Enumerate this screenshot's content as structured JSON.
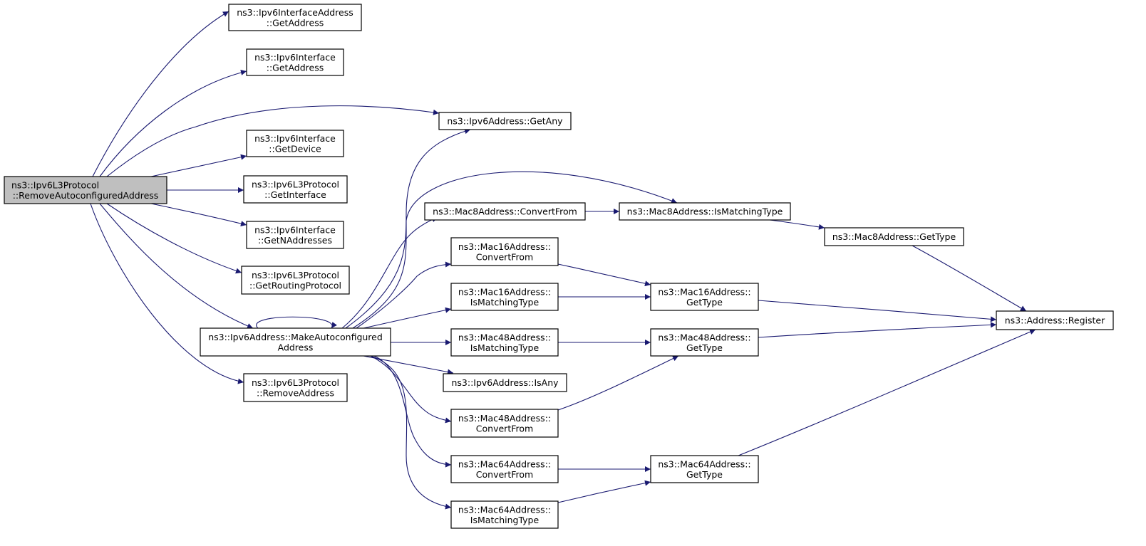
{
  "graph": {
    "edge_color": "#191970",
    "root_fill": "#bfbfbf",
    "nodes": {
      "remove_autoconf": [
        "ns3::Ipv6L3Protocol",
        "::RemoveAutoconfiguredAddress"
      ],
      "ifaddr_getaddress": [
        "ns3::Ipv6InterfaceAddress",
        "::GetAddress"
      ],
      "iface_getaddress": [
        "ns3::Ipv6Interface",
        "::GetAddress"
      ],
      "ipv6addr_getany": [
        "ns3::Ipv6Address::GetAny"
      ],
      "iface_getdevice": [
        "ns3::Ipv6Interface",
        "::GetDevice"
      ],
      "l3_getinterface": [
        "ns3::Ipv6L3Protocol",
        "::GetInterface"
      ],
      "iface_getnaddresses": [
        "ns3::Ipv6Interface",
        "::GetNAddresses"
      ],
      "l3_getroutingprotocol": [
        "ns3::Ipv6L3Protocol",
        "::GetRoutingProtocol"
      ],
      "makeautoconf": [
        "ns3::Ipv6Address::MakeAutoconfigured",
        "Address"
      ],
      "l3_removeaddress": [
        "ns3::Ipv6L3Protocol",
        "::RemoveAddress"
      ],
      "mac8_convertfrom": [
        "ns3::Mac8Address::ConvertFrom"
      ],
      "mac8_ismatching": [
        "ns3::Mac8Address::IsMatchingType"
      ],
      "mac8_gettype": [
        "ns3::Mac8Address::GetType"
      ],
      "mac16_convertfrom": [
        "ns3::Mac16Address::",
        "ConvertFrom"
      ],
      "mac16_ismatching": [
        "ns3::Mac16Address::",
        "IsMatchingType"
      ],
      "mac16_gettype": [
        "ns3::Mac16Address::",
        "GetType"
      ],
      "address_register": [
        "ns3::Address::Register"
      ],
      "mac48_ismatching": [
        "ns3::Mac48Address::",
        "IsMatchingType"
      ],
      "mac48_gettype": [
        "ns3::Mac48Address::",
        "GetType"
      ],
      "ipv6addr_isany": [
        "ns3::Ipv6Address::IsAny"
      ],
      "mac48_convertfrom": [
        "ns3::Mac48Address::",
        "ConvertFrom"
      ],
      "mac64_convertfrom": [
        "ns3::Mac64Address::",
        "ConvertFrom"
      ],
      "mac64_gettype": [
        "ns3::Mac64Address::",
        "GetType"
      ],
      "mac64_ismatching": [
        "ns3::Mac64Address::",
        "IsMatchingType"
      ]
    },
    "edges": [
      [
        "remove_autoconf",
        "ifaddr_getaddress"
      ],
      [
        "remove_autoconf",
        "iface_getaddress"
      ],
      [
        "remove_autoconf",
        "ipv6addr_getany"
      ],
      [
        "remove_autoconf",
        "iface_getdevice"
      ],
      [
        "remove_autoconf",
        "l3_getinterface"
      ],
      [
        "remove_autoconf",
        "iface_getnaddresses"
      ],
      [
        "remove_autoconf",
        "l3_getroutingprotocol"
      ],
      [
        "remove_autoconf",
        "makeautoconf"
      ],
      [
        "remove_autoconf",
        "l3_removeaddress"
      ],
      [
        "makeautoconf",
        "makeautoconf"
      ],
      [
        "makeautoconf",
        "ipv6addr_getany"
      ],
      [
        "makeautoconf",
        "mac8_ismatching"
      ],
      [
        "makeautoconf",
        "mac8_convertfrom"
      ],
      [
        "makeautoconf",
        "mac16_convertfrom"
      ],
      [
        "makeautoconf",
        "mac16_ismatching"
      ],
      [
        "makeautoconf",
        "mac48_ismatching"
      ],
      [
        "makeautoconf",
        "ipv6addr_isany"
      ],
      [
        "makeautoconf",
        "mac48_convertfrom"
      ],
      [
        "makeautoconf",
        "mac64_convertfrom"
      ],
      [
        "makeautoconf",
        "mac64_ismatching"
      ],
      [
        "mac8_convertfrom",
        "mac8_ismatching"
      ],
      [
        "mac8_ismatching",
        "mac8_gettype"
      ],
      [
        "mac8_gettype",
        "address_register"
      ],
      [
        "mac16_convertfrom",
        "mac16_gettype"
      ],
      [
        "mac16_ismatching",
        "mac16_gettype"
      ],
      [
        "mac16_gettype",
        "address_register"
      ],
      [
        "mac48_ismatching",
        "mac48_gettype"
      ],
      [
        "mac48_convertfrom",
        "mac48_gettype"
      ],
      [
        "mac48_gettype",
        "address_register"
      ],
      [
        "mac64_convertfrom",
        "mac64_gettype"
      ],
      [
        "mac64_ismatching",
        "mac64_gettype"
      ],
      [
        "mac64_gettype",
        "address_register"
      ]
    ]
  }
}
